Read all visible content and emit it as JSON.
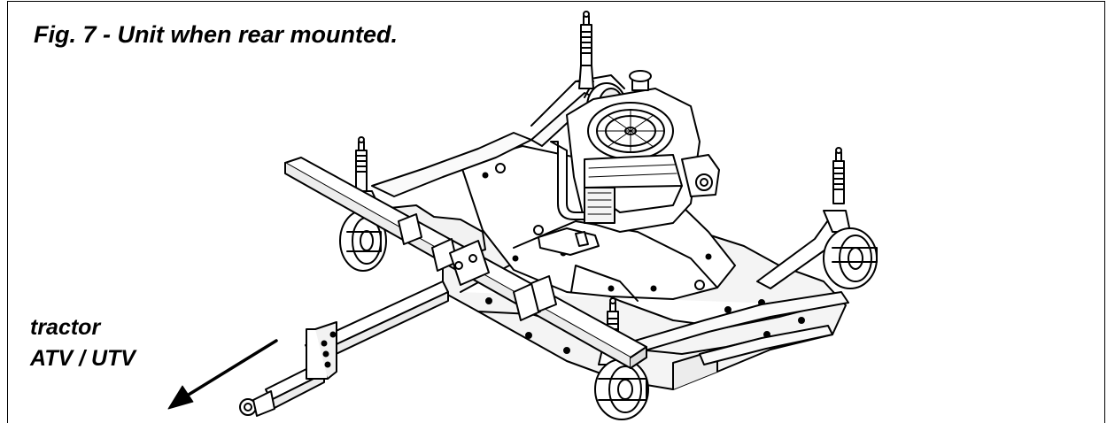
{
  "figure": {
    "caption": "Fig. 7 - Unit when rear mounted.",
    "direction_label_line1": "tractor",
    "direction_label_line2": "ATV / UTV",
    "arrow_icon": "arrow-down-left-icon",
    "illustration_icon": "finish-mower-icon",
    "line_color": "#000000",
    "background_color": "#ffffff"
  }
}
